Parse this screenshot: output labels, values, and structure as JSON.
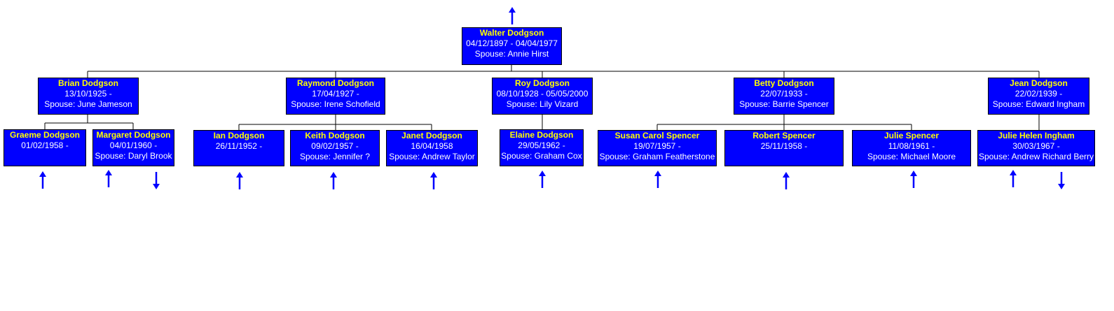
{
  "tree": {
    "arrow_color": "#0000ff",
    "box_color": "#0000ff",
    "name_color": "#ffff00",
    "text_color": "#ffffff",
    "line_color": "#000000",
    "up_arrow_icon": "arrow-up-icon",
    "down_arrow_icon": "arrow-down-icon",
    "people": [
      {
        "id": "walter",
        "name": "Walter Dodgson",
        "dates": "04/12/1897 - 04/04/1977",
        "spouse": "Spouse: Annie Hirst"
      },
      {
        "id": "brian",
        "name": "Brian Dodgson",
        "dates": "13/10/1925 -",
        "spouse": "Spouse: June Jameson"
      },
      {
        "id": "raymond",
        "name": "Raymond Dodgson",
        "dates": "17/04/1927 -",
        "spouse": "Spouse: Irene Schofield"
      },
      {
        "id": "roy",
        "name": "Roy Dodgson",
        "dates": "08/10/1928 - 05/05/2000",
        "spouse": "Spouse: Lily Vizard"
      },
      {
        "id": "betty",
        "name": "Betty Dodgson",
        "dates": "22/07/1933 -",
        "spouse": "Spouse: Barrie Spencer"
      },
      {
        "id": "jean",
        "name": "Jean Dodgson",
        "dates": "22/02/1939 -",
        "spouse": "Spouse: Edward Ingham"
      },
      {
        "id": "graeme",
        "name": "Graeme Dodgson",
        "dates": "01/02/1958 -",
        "spouse": ""
      },
      {
        "id": "margaret",
        "name": "Margaret Dodgson",
        "dates": "04/01/1960 -",
        "spouse": "Spouse: Daryl Brook"
      },
      {
        "id": "ian",
        "name": "Ian Dodgson",
        "dates": "26/11/1952 -",
        "spouse": ""
      },
      {
        "id": "keith",
        "name": "Keith Dodgson",
        "dates": "09/02/1957 -",
        "spouse": "Spouse: Jennifer ?"
      },
      {
        "id": "janet",
        "name": "Janet Dodgson",
        "dates": "16/04/1958",
        "spouse": "Spouse: Andrew Taylor"
      },
      {
        "id": "elaine",
        "name": "Elaine Dodgson",
        "dates": "29/05/1962 -",
        "spouse": "Spouse: Graham Cox"
      },
      {
        "id": "susan",
        "name": "Susan Carol Spencer",
        "dates": "19/07/1957 -",
        "spouse": "Spouse: Graham Featherstone"
      },
      {
        "id": "robert",
        "name": "Robert Spencer",
        "dates": "25/11/1958 -",
        "spouse": ""
      },
      {
        "id": "julie_s",
        "name": "Julie Spencer",
        "dates": "11/08/1961 -",
        "spouse": "Spouse: Michael Moore"
      },
      {
        "id": "julie_i",
        "name": "Julie Helen Ingham",
        "dates": "30/03/1967 -",
        "spouse": "Spouse: Andrew Richard Berry"
      }
    ]
  }
}
